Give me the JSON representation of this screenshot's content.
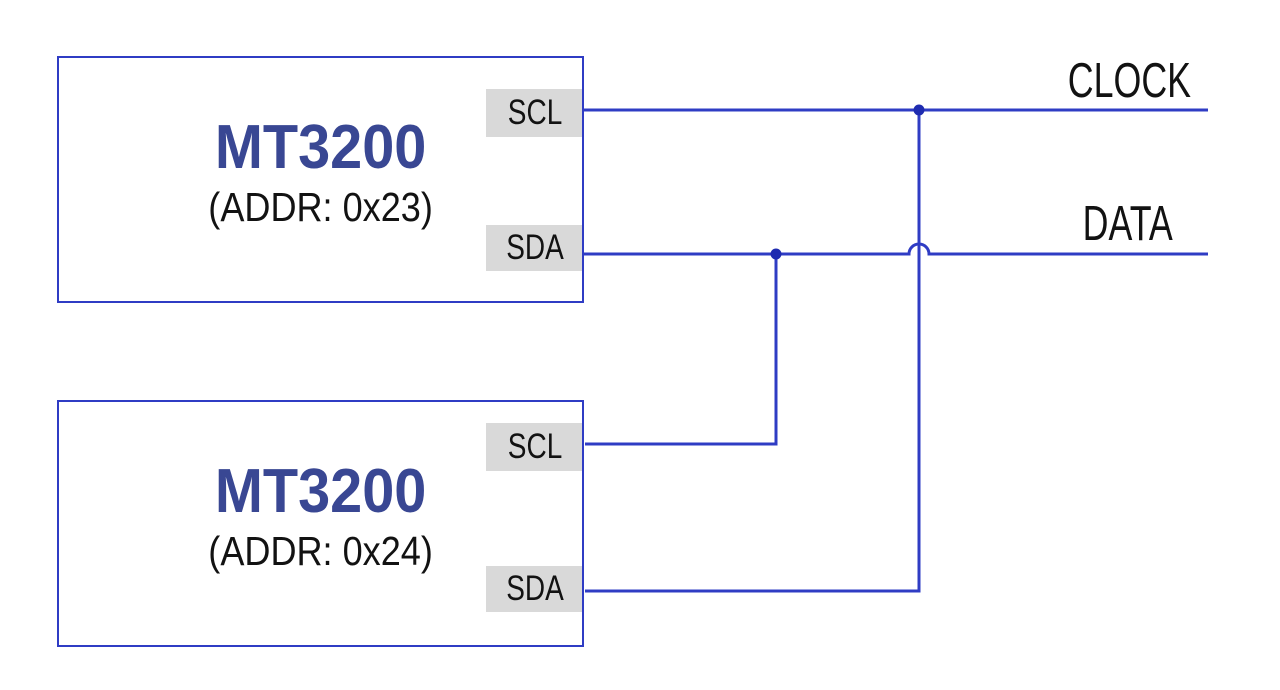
{
  "colors": {
    "wire": "#2f3cc4",
    "junction": "#1e2bb0",
    "device_name": "#394793",
    "pin_bg": "#d9d9d9",
    "text": "#121212"
  },
  "devices": [
    {
      "name": "MT3200",
      "address_label": "(ADDR: 0x23)",
      "pins": [
        {
          "label": "SCL"
        },
        {
          "label": "SDA"
        }
      ]
    },
    {
      "name": "MT3200",
      "address_label": "(ADDR: 0x24)",
      "pins": [
        {
          "label": "SCL"
        },
        {
          "label": "SDA"
        }
      ]
    }
  ],
  "bus_labels": {
    "clock": "CLOCK",
    "data": "DATA"
  }
}
